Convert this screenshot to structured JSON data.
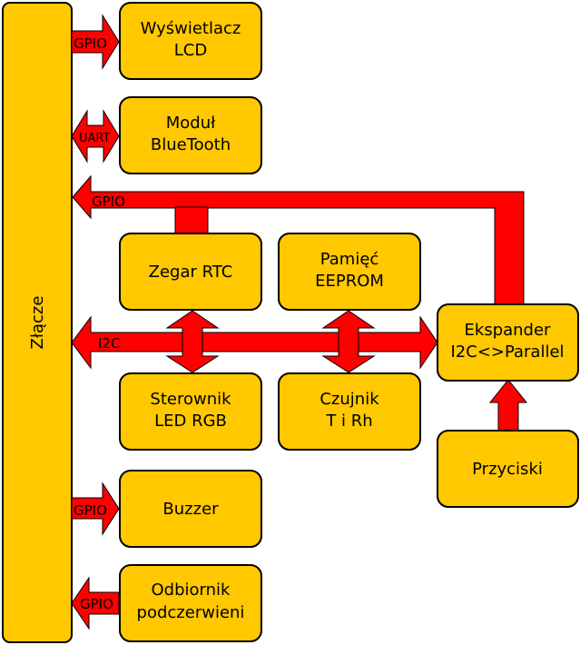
{
  "colors": {
    "block_fill": "#ffc800",
    "block_stroke": "#000000",
    "arrow_fill": "#ff0000"
  },
  "connector": {
    "label": "Złącze"
  },
  "blocks": {
    "lcd": {
      "line1": "Wyświetlacz",
      "line2": "LCD"
    },
    "bluetooth": {
      "line1": "Moduł",
      "line2": "BlueTooth"
    },
    "rtc": {
      "line1": "Zegar RTC"
    },
    "eeprom": {
      "line1": "Pamięć",
      "line2": "EEPROM"
    },
    "expander": {
      "line1": "Ekspander",
      "line2": "I2C<>Parallel"
    },
    "rgb": {
      "line1": "Sterownik",
      "line2": "LED RGB"
    },
    "sensor": {
      "line1": "Czujnik",
      "line2": "T i Rh"
    },
    "buttons": {
      "line1": "Przyciski"
    },
    "buzzer": {
      "line1": "Buzzer"
    },
    "ir": {
      "line1": "Odbiornik",
      "line2": "podczerwieni"
    }
  },
  "arrows": {
    "lcd_bus": "GPIO",
    "bt_bus": "UART",
    "expander_bus": "GPIO",
    "i2c_bus": "I2C",
    "buzzer_bus": "GPIO",
    "ir_bus": "GPIO"
  }
}
